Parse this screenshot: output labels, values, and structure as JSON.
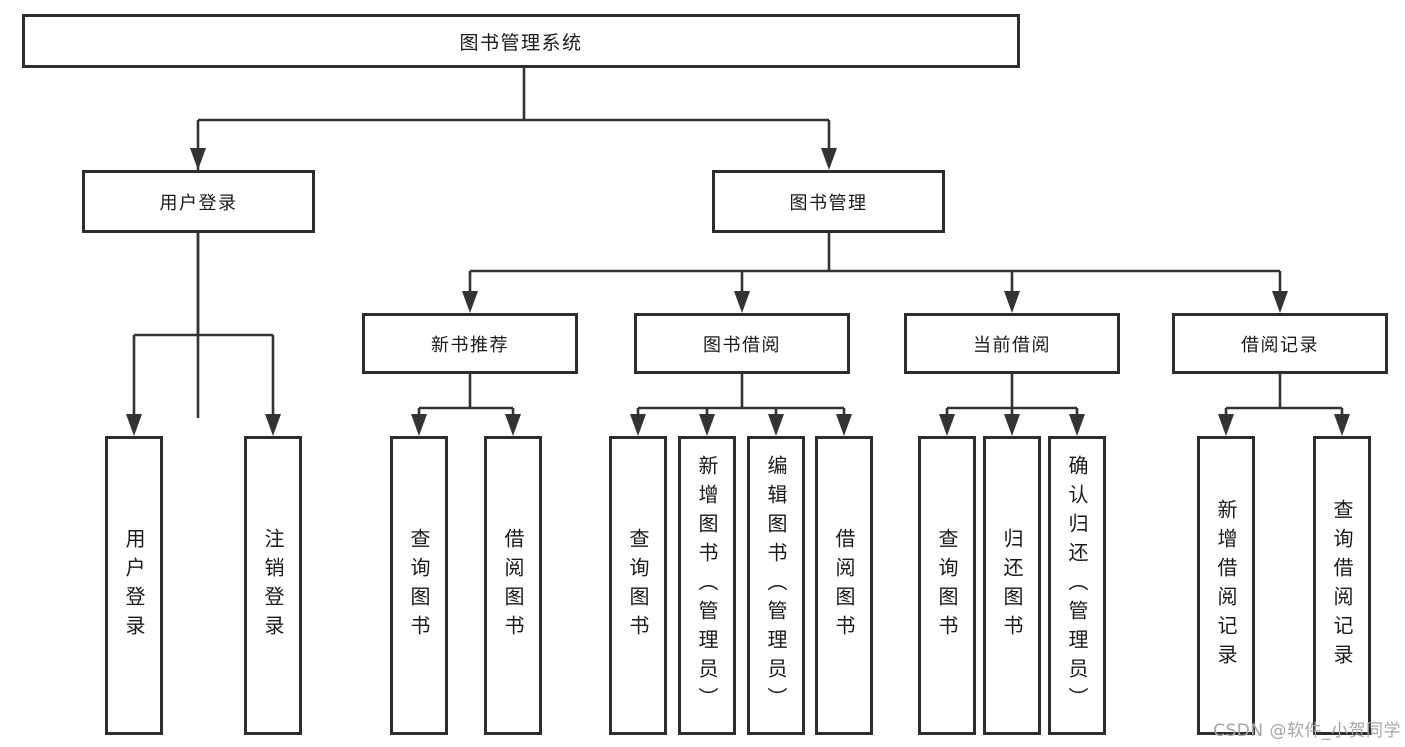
{
  "diagram": {
    "root": {
      "label": "图书管理系统"
    },
    "level2": [
      {
        "label": "用户登录"
      },
      {
        "label": "图书管理"
      }
    ],
    "level3": [
      {
        "label": "新书推荐"
      },
      {
        "label": "图书借阅"
      },
      {
        "label": "当前借阅"
      },
      {
        "label": "借阅记录"
      }
    ],
    "leaves": {
      "user_login": [
        "用户登录",
        "注销登录"
      ],
      "new_book": [
        "查询图书",
        "借阅图书"
      ],
      "book_borrow": [
        "查询图书",
        "新增图书（管理员）",
        "编辑图书（管理员）",
        "借阅图书"
      ],
      "current_borrow": [
        "查询图书",
        "归还图书",
        "确认归还（管理员）"
      ],
      "borrow_record": [
        "新增借阅记录",
        "查询借阅记录"
      ]
    },
    "colors": {
      "line": "#333333",
      "box_border": "#2d2d2d",
      "box_fill": "#ffffff",
      "text": "#1a1a1a",
      "watermark": "#a6a6a6",
      "background": "#ffffff"
    }
  },
  "watermark": {
    "text": "CSDN @软件_小贺同学"
  }
}
